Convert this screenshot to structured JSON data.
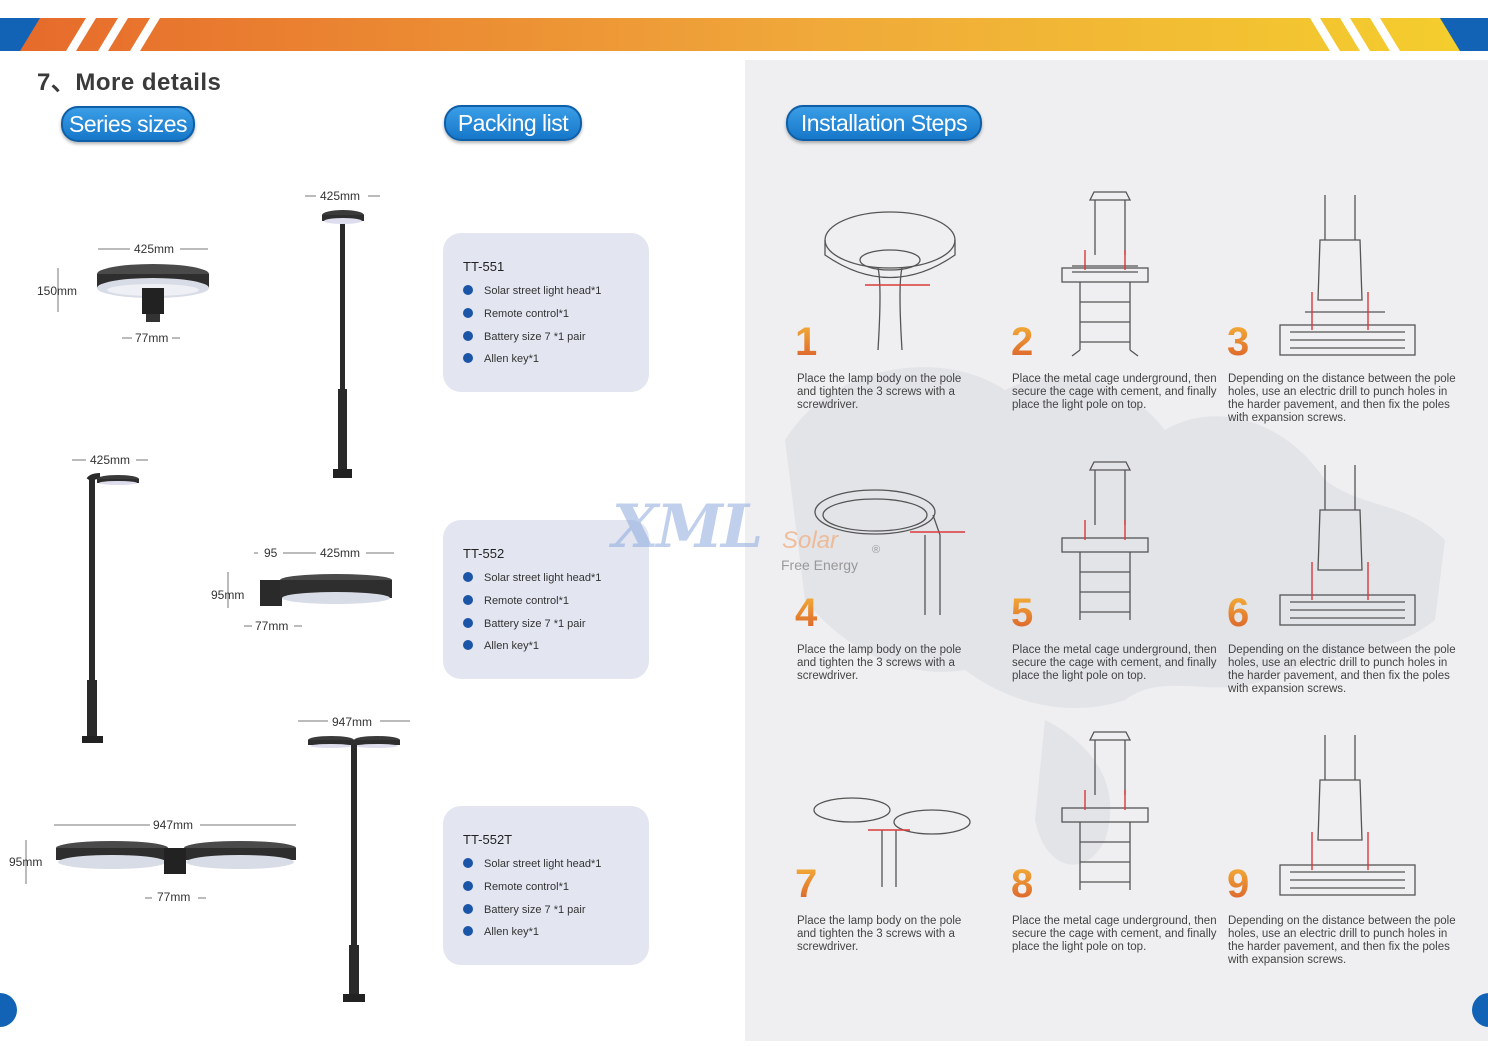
{
  "section": {
    "title": "7、More details"
  },
  "pills": {
    "series": "Series sizes",
    "packing": "Packing list",
    "install": "Installation Steps"
  },
  "sizes": {
    "a_width": "425mm",
    "a_height": "150mm",
    "a_base": "77mm",
    "b_width": "425mm",
    "c_width": "425mm",
    "d_offset": "95",
    "d_width": "425mm",
    "d_height": "95mm",
    "d_base": "77mm",
    "e_width": "947mm",
    "f_width": "947mm",
    "f_height": "95mm",
    "f_base": "77mm"
  },
  "packing": [
    {
      "model": "TT-551",
      "items": [
        "Solar street light head*1",
        "Remote control*1",
        "Battery size 7 *1 pair",
        "Allen key*1"
      ]
    },
    {
      "model": "TT-552",
      "items": [
        "Solar street light head*1",
        "Remote control*1",
        "Battery size 7 *1 pair",
        "Allen key*1"
      ]
    },
    {
      "model": "TT-552T",
      "items": [
        "Solar street light head*1",
        "Remote control*1",
        "Battery size 7 *1 pair",
        "Allen key*1"
      ]
    }
  ],
  "steps": [
    {
      "num": "1",
      "text": "Place the lamp body on the pole and tighten the 3 screws with a screwdriver."
    },
    {
      "num": "2",
      "text": "Place the metal cage underground, then secure the cage with cement, and finally place the light pole on top."
    },
    {
      "num": "3",
      "text": "Depending on the distance between the pole holes, use an electric drill to punch holes in the harder pavement, and then fix the poles with expansion screws."
    },
    {
      "num": "4",
      "text": "Place the lamp body on the pole and tighten the 3 screws with a screwdriver."
    },
    {
      "num": "5",
      "text": "Place the metal cage underground, then secure the cage with cement, and finally place the light pole on top."
    },
    {
      "num": "6",
      "text": "Depending on the distance between the pole holes, use an electric drill to punch holes in the harder pavement, and then fix the poles with expansion screws."
    },
    {
      "num": "7",
      "text": "Place the lamp body on the pole and tighten the 3 screws with a screwdriver."
    },
    {
      "num": "8",
      "text": "Place the metal cage underground, then secure the cage with cement, and finally place the light pole on top."
    },
    {
      "num": "9",
      "text": "Depending on the distance between the pole holes, use an electric drill to punch holes in the harder pavement, and then fix the poles with expansion screws."
    }
  ],
  "watermark": {
    "brand": "XML",
    "sub": "Solar",
    "tagline": "Free Energy",
    "reg": "®"
  },
  "colors": {
    "accent": "#1263b6",
    "step_top": "#f5b638",
    "step_bottom": "#d8572a",
    "dot": "#1b55a8"
  }
}
